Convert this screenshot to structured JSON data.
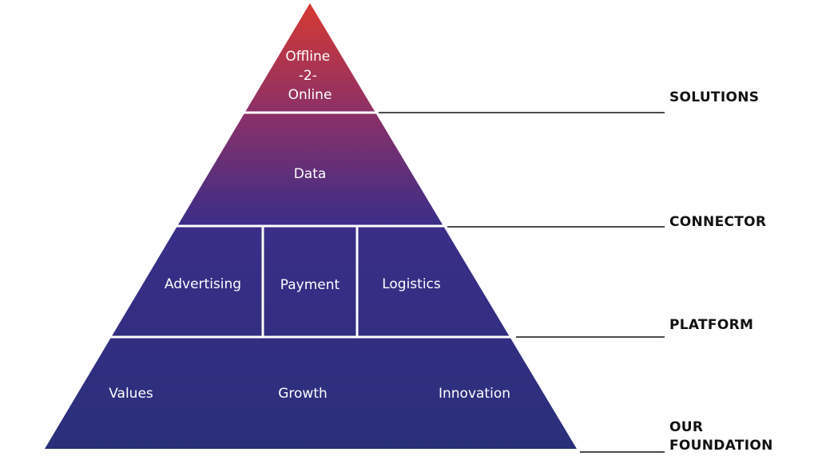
{
  "diagram": {
    "tiers": [
      {
        "id": "solutions",
        "label": "SOLUTIONS",
        "cells": [
          {
            "lines": [
              "Offline",
              "-2-",
              "Online"
            ]
          }
        ]
      },
      {
        "id": "connector",
        "label": "CONNECTOR",
        "cells": [
          {
            "lines": [
              "Data"
            ]
          }
        ]
      },
      {
        "id": "platform",
        "label": "PLATFORM",
        "cells": [
          {
            "lines": [
              "Advertising"
            ]
          },
          {
            "lines": [
              "Payment"
            ]
          },
          {
            "lines": [
              "Logistics"
            ]
          }
        ]
      },
      {
        "id": "foundation",
        "label_lines": [
          "OUR",
          "FOUNDATION"
        ],
        "cells": [
          {
            "lines": [
              "Values"
            ]
          },
          {
            "lines": [
              "Growth"
            ]
          },
          {
            "lines": [
              "Innovation"
            ]
          }
        ]
      }
    ],
    "colors": {
      "top": "#d63a32",
      "upper_mid": "#8a3068",
      "mid": "#3a2e88",
      "bottom": "#2a2f7a",
      "divider": "#ffffff",
      "leader_line": "#111111",
      "side_text": "#111111",
      "cell_text": "#ffffff"
    }
  }
}
